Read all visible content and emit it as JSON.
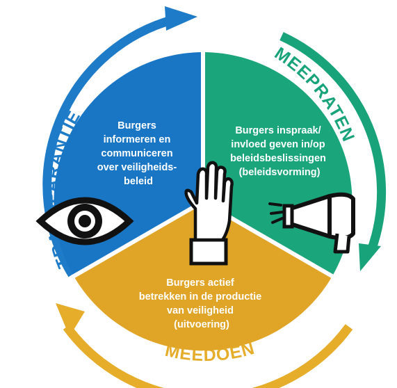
{
  "colors": {
    "blue": "#1976c5",
    "green": "#1aa57b",
    "yellow": "#e0a526",
    "ring_blue": "#1e7bc8",
    "ring_green": "#18a37a",
    "ring_yellow": "#e6ad2a",
    "dark": "#111111",
    "white": "#ffffff"
  },
  "segments": {
    "transparantie": {
      "lines": [
        "Burgers",
        "informeren en",
        "communiceren",
        "over veiligheids-",
        "beleid"
      ],
      "icon": "eye-icon"
    },
    "meepraten": {
      "lines": [
        "Burgers inspraak/",
        "invloed geven in/op",
        "beleidsbeslissingen",
        "(beleidsvorming)"
      ],
      "icon": "megaphone-icon"
    },
    "meedoen": {
      "lines": [
        "Burgers actief",
        "betrekken in de productie",
        "van veiligheid",
        "(uitvoering)"
      ],
      "icon": "raised-hand-icon"
    }
  },
  "ring_labels": {
    "transparantie": "TRANSPARANTIE",
    "meepraten": "MEEPRATEN",
    "meedoen": "MEEDOEN"
  }
}
